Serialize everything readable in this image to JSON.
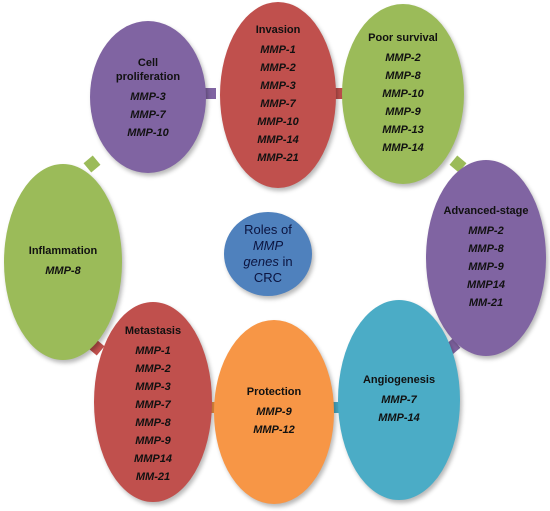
{
  "center": {
    "line1": "Roles of",
    "line2": "MMP",
    "line3": "genes",
    "line4": "in",
    "line5": "CRC"
  },
  "colors": {
    "purple": "#8064a2",
    "red": "#c0504d",
    "green": "#9bbb59",
    "orange": "#f79646",
    "teal": "#4bacc6",
    "blue": "#4f81bd"
  },
  "nodes": {
    "cell_proliferation": {
      "title_line1": "Cell",
      "title_line2": "proliferation",
      "genes": [
        "MMP-3",
        "MMP-7",
        "MMP-10"
      ]
    },
    "invasion": {
      "title": "Invasion",
      "genes": [
        "MMP-1",
        "MMP-2",
        "MMP-3",
        "MMP-7",
        "MMP-10",
        "MMP-14",
        "MMP-21"
      ]
    },
    "poor_survival": {
      "title": "Poor survival",
      "genes": [
        "MMP-2",
        "MMP-8",
        "MMP-10",
        "MMP-9",
        "MMP-13",
        "MMP-14"
      ]
    },
    "inflammation": {
      "title": "Inflammation",
      "genes": [
        "MMP-8"
      ]
    },
    "advanced_stage": {
      "title": "Advanced-stage",
      "genes": [
        "MMP-2",
        "MMP-8",
        "MMP-9",
        "MMP14",
        "MM-21"
      ]
    },
    "metastasis": {
      "title": "Metastasis",
      "genes": [
        "MMP-1",
        "MMP-2",
        "MMP-3",
        "MMP-7",
        "MMP-8",
        "MMP-9",
        "MMP14",
        "MM-21"
      ]
    },
    "protection": {
      "title": "Protection",
      "genes": [
        "MMP-9",
        "MMP-12"
      ]
    },
    "angiogenesis": {
      "title": "Angiogenesis",
      "genes": [
        "MMP-7",
        "MMP-14"
      ]
    }
  }
}
